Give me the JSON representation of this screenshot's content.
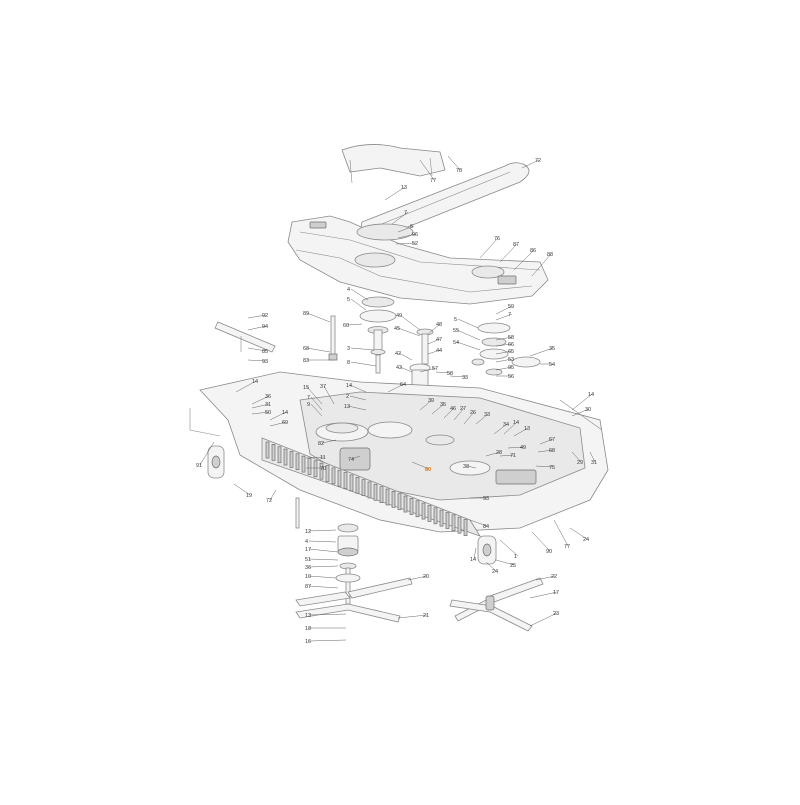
{
  "diagram": {
    "title": "",
    "accent_color": "#e07a10",
    "callouts": [
      {
        "id": "c77a",
        "text": "77",
        "highlight": false
      },
      {
        "id": "c78",
        "text": "78",
        "highlight": false
      },
      {
        "id": "c72a",
        "text": "72",
        "highlight": false
      },
      {
        "id": "c13a",
        "text": "13",
        "highlight": false
      },
      {
        "id": "c7a",
        "text": "7",
        "highlight": false
      },
      {
        "id": "c6a",
        "text": "6",
        "highlight": false
      },
      {
        "id": "c96",
        "text": "96",
        "highlight": false
      },
      {
        "id": "c52",
        "text": "52",
        "highlight": false
      },
      {
        "id": "c76",
        "text": "76",
        "highlight": false
      },
      {
        "id": "c87a",
        "text": "87",
        "highlight": false
      },
      {
        "id": "c86",
        "text": "86",
        "highlight": false
      },
      {
        "id": "c88",
        "text": "88",
        "highlight": false
      },
      {
        "id": "c4a",
        "text": "4",
        "highlight": false
      },
      {
        "id": "c5a",
        "text": "5",
        "highlight": false
      },
      {
        "id": "c89",
        "text": "89",
        "highlight": false
      },
      {
        "id": "c60a",
        "text": "60",
        "highlight": false
      },
      {
        "id": "c40a",
        "text": "40",
        "highlight": false
      },
      {
        "id": "c45a",
        "text": "45",
        "highlight": false
      },
      {
        "id": "c48",
        "text": "48",
        "highlight": false
      },
      {
        "id": "c47",
        "text": "47",
        "highlight": false
      },
      {
        "id": "c44",
        "text": "44",
        "highlight": false
      },
      {
        "id": "c42",
        "text": "42",
        "highlight": false
      },
      {
        "id": "c3",
        "text": "3",
        "highlight": false
      },
      {
        "id": "c68a",
        "text": "68",
        "highlight": false
      },
      {
        "id": "c83",
        "text": "83",
        "highlight": false
      },
      {
        "id": "c8",
        "text": "8",
        "highlight": false
      },
      {
        "id": "c43",
        "text": "43",
        "highlight": false
      },
      {
        "id": "c57",
        "text": "57",
        "highlight": false
      },
      {
        "id": "c58",
        "text": "58",
        "highlight": false
      },
      {
        "id": "c33a",
        "text": "33",
        "highlight": false
      },
      {
        "id": "c5b",
        "text": "5",
        "highlight": false
      },
      {
        "id": "c55",
        "text": "55",
        "highlight": false
      },
      {
        "id": "c54a",
        "text": "54",
        "highlight": false
      },
      {
        "id": "c7b",
        "text": "7",
        "highlight": false
      },
      {
        "id": "c59",
        "text": "59",
        "highlight": false
      },
      {
        "id": "c58b",
        "text": "58",
        "highlight": false
      },
      {
        "id": "c66",
        "text": "66",
        "highlight": false
      },
      {
        "id": "c65",
        "text": "65",
        "highlight": false
      },
      {
        "id": "c53",
        "text": "53",
        "highlight": false
      },
      {
        "id": "c95",
        "text": "95",
        "highlight": false
      },
      {
        "id": "c56",
        "text": "56",
        "highlight": false
      },
      {
        "id": "c35",
        "text": "35",
        "highlight": false
      },
      {
        "id": "c54b",
        "text": "54",
        "highlight": false
      },
      {
        "id": "c92",
        "text": "92",
        "highlight": false
      },
      {
        "id": "c94",
        "text": "94",
        "highlight": false
      },
      {
        "id": "c85",
        "text": "85",
        "highlight": false
      },
      {
        "id": "c93a",
        "text": "93",
        "highlight": false
      },
      {
        "id": "c14a",
        "text": "14",
        "highlight": false
      },
      {
        "id": "c36",
        "text": "36",
        "highlight": false
      },
      {
        "id": "c31a",
        "text": "31",
        "highlight": false
      },
      {
        "id": "c50",
        "text": "50",
        "highlight": false
      },
      {
        "id": "c14b",
        "text": "14",
        "highlight": false
      },
      {
        "id": "c69",
        "text": "69",
        "highlight": false
      },
      {
        "id": "c15",
        "text": "15",
        "highlight": false
      },
      {
        "id": "c37",
        "text": "37",
        "highlight": false
      },
      {
        "id": "c7c",
        "text": "7",
        "highlight": false
      },
      {
        "id": "c9",
        "text": "9",
        "highlight": false
      },
      {
        "id": "c14c",
        "text": "14",
        "highlight": false
      },
      {
        "id": "c2",
        "text": "2",
        "highlight": false
      },
      {
        "id": "c13b",
        "text": "13",
        "highlight": false
      },
      {
        "id": "c64",
        "text": "64",
        "highlight": false
      },
      {
        "id": "c39",
        "text": "39",
        "highlight": false
      },
      {
        "id": "c35b",
        "text": "35",
        "highlight": false
      },
      {
        "id": "c46",
        "text": "46",
        "highlight": false
      },
      {
        "id": "c27",
        "text": "27",
        "highlight": false
      },
      {
        "id": "c26",
        "text": "26",
        "highlight": false
      },
      {
        "id": "c33b",
        "text": "33",
        "highlight": false
      },
      {
        "id": "c34",
        "text": "34",
        "highlight": false
      },
      {
        "id": "c14d",
        "text": "14",
        "highlight": false
      },
      {
        "id": "c13c",
        "text": "13",
        "highlight": false
      },
      {
        "id": "c67",
        "text": "67",
        "highlight": false
      },
      {
        "id": "c49",
        "text": "49",
        "highlight": false
      },
      {
        "id": "c68b",
        "text": "68",
        "highlight": false
      },
      {
        "id": "c71",
        "text": "71",
        "highlight": false
      },
      {
        "id": "c28",
        "text": "28",
        "highlight": false
      },
      {
        "id": "c75",
        "text": "75",
        "highlight": false
      },
      {
        "id": "c38",
        "text": "38",
        "highlight": false
      },
      {
        "id": "c14e",
        "text": "14",
        "highlight": false
      },
      {
        "id": "c30",
        "text": "30",
        "highlight": false
      },
      {
        "id": "c29",
        "text": "29",
        "highlight": false
      },
      {
        "id": "c31b",
        "text": "31",
        "highlight": false
      },
      {
        "id": "c82",
        "text": "82",
        "highlight": false
      },
      {
        "id": "c74",
        "text": "74",
        "highlight": false
      },
      {
        "id": "c11",
        "text": "11",
        "highlight": false
      },
      {
        "id": "c70",
        "text": "70",
        "highlight": false
      },
      {
        "id": "c91",
        "text": "91",
        "highlight": false
      },
      {
        "id": "c19",
        "text": "19",
        "highlight": false
      },
      {
        "id": "c72b",
        "text": "72",
        "highlight": false
      },
      {
        "id": "c80",
        "text": "80",
        "highlight": true
      },
      {
        "id": "c93b",
        "text": "93",
        "highlight": false
      },
      {
        "id": "c84",
        "text": "84",
        "highlight": false
      },
      {
        "id": "c1",
        "text": "1",
        "highlight": false
      },
      {
        "id": "c90",
        "text": "90",
        "highlight": false
      },
      {
        "id": "c77b",
        "text": "77",
        "highlight": false
      },
      {
        "id": "c24a",
        "text": "24",
        "highlight": false
      },
      {
        "id": "c14f",
        "text": "14",
        "highlight": false
      },
      {
        "id": "c25",
        "text": "25",
        "highlight": false
      },
      {
        "id": "c24b",
        "text": "24",
        "highlight": false
      },
      {
        "id": "c12",
        "text": "12",
        "highlight": false
      },
      {
        "id": "c4b",
        "text": "4",
        "highlight": false
      },
      {
        "id": "c17a",
        "text": "17",
        "highlight": false
      },
      {
        "id": "c51",
        "text": "51",
        "highlight": false
      },
      {
        "id": "c36b",
        "text": "36",
        "highlight": false
      },
      {
        "id": "c10",
        "text": "10",
        "highlight": false
      },
      {
        "id": "c87b",
        "text": "87",
        "highlight": false
      },
      {
        "id": "c20",
        "text": "20",
        "highlight": false
      },
      {
        "id": "c13d",
        "text": "13",
        "highlight": false
      },
      {
        "id": "c21",
        "text": "21",
        "highlight": false
      },
      {
        "id": "c18",
        "text": "18",
        "highlight": false
      },
      {
        "id": "c16",
        "text": "16",
        "highlight": false
      },
      {
        "id": "c22",
        "text": "22",
        "highlight": false
      },
      {
        "id": "c17b",
        "text": "17",
        "highlight": false
      },
      {
        "id": "c23",
        "text": "23",
        "highlight": false
      }
    ]
  }
}
